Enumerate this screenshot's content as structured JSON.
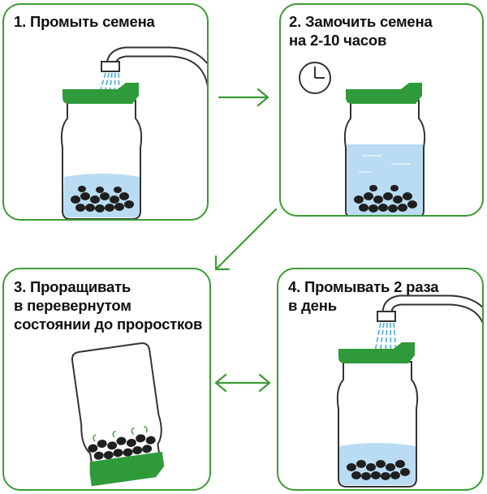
{
  "steps": [
    {
      "lines": [
        "1. Промыть семена"
      ]
    },
    {
      "lines": [
        "2. Замочить семена",
        "на 2-10 часов"
      ]
    },
    {
      "lines": [
        "3. Проращивать",
        "в перевернутом",
        "состоянии до проростков"
      ]
    },
    {
      "lines": [
        "4. Промывать 2 раза",
        "в день"
      ]
    }
  ],
  "colors": {
    "frame": "#3d9b35",
    "lid": "#2e9a3a",
    "water": "#b9dcf2",
    "seed": "#1f1f1f",
    "arrow": "#3d9b35"
  },
  "icons": [
    "faucet-icon",
    "jar-icon",
    "clock-icon",
    "seeds-icon",
    "arrow-icon"
  ]
}
